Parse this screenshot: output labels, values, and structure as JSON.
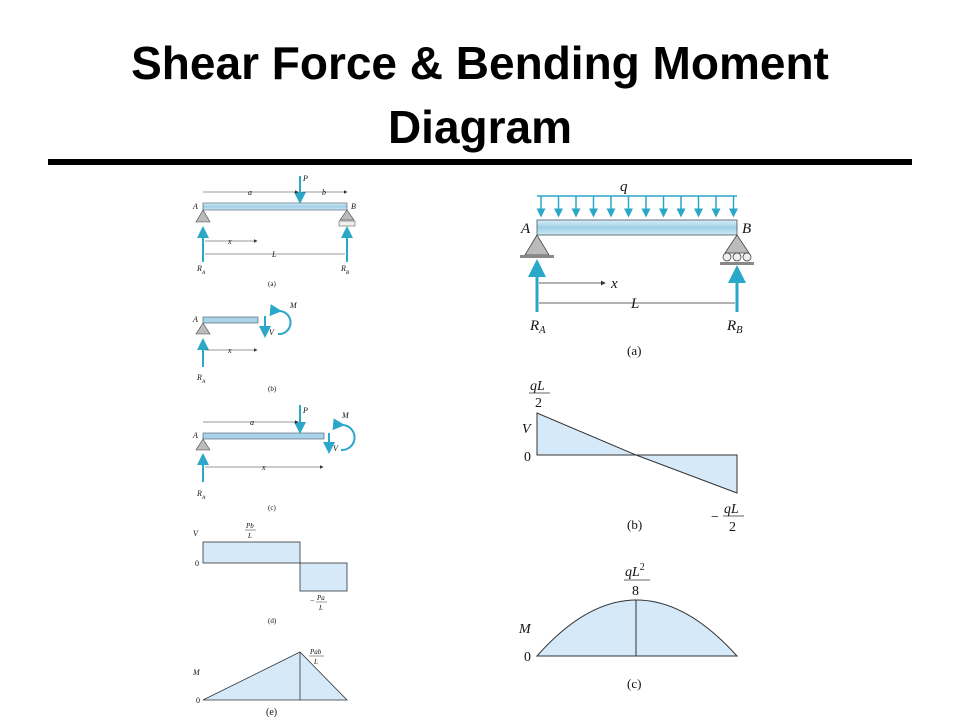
{
  "slide": {
    "title_line1": "Shear Force & Bending Moment",
    "title_line2": "Diagram"
  },
  "left_figure": {
    "a": {
      "A": "A",
      "B": "B",
      "P": "P",
      "a": "a",
      "b": "b",
      "x": "x",
      "L": "L",
      "RA": "RA",
      "RB": "RB",
      "caption": "(a)"
    },
    "b": {
      "A": "A",
      "M": "M",
      "V": "V",
      "x": "x",
      "RA": "RA",
      "caption": "(b)"
    },
    "c": {
      "A": "A",
      "P": "P",
      "a": "a",
      "M": "M",
      "V": "V",
      "x": "x",
      "RA": "RA",
      "caption": "(c)"
    },
    "d": {
      "axis": "V",
      "zero": "0",
      "top_num": "Pb",
      "top_den": "L",
      "bot_sign": "−",
      "bot_num": "Pa",
      "bot_den": "L",
      "caption": "(d)"
    },
    "e": {
      "axis": "M",
      "zero": "0",
      "peak_num": "Pab",
      "peak_den": "L",
      "caption": "(e)"
    }
  },
  "right_figure": {
    "a": {
      "q": "q",
      "A": "A",
      "B": "B",
      "x": "x",
      "L": "L",
      "RA": "RA",
      "RB": "RB",
      "caption": "(a)"
    },
    "b": {
      "axis": "V",
      "zero": "0",
      "top_num": "qL",
      "top_den": "2",
      "bot_sign": "−",
      "bot_num": "qL",
      "bot_den": "2",
      "caption": "(b)"
    },
    "c": {
      "axis": "M",
      "zero": "0",
      "peak_num": "qL",
      "peak_exp": "2",
      "peak_den": "8",
      "caption": "(c)"
    }
  },
  "colors": {
    "beam": "#a9d3ea",
    "arrow": "#2aa7c9",
    "fill": "#d6e9f8"
  }
}
